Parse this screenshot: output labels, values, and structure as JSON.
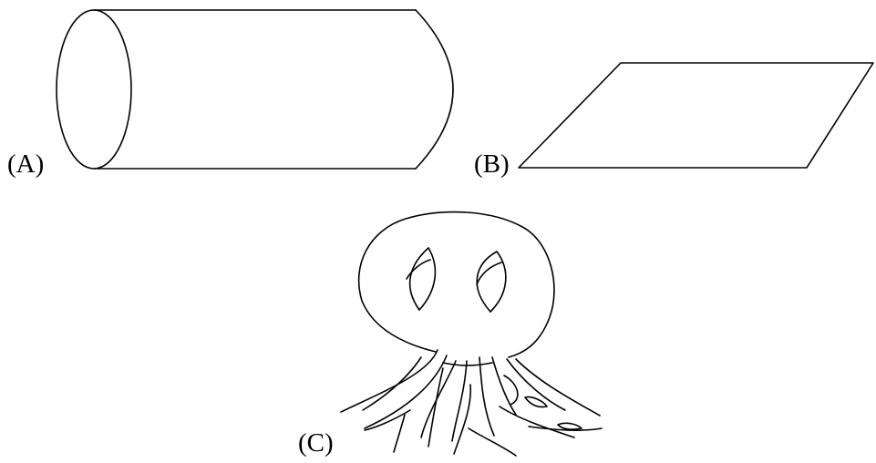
{
  "figures": [
    {
      "id": "A",
      "label": "(A)"
    },
    {
      "id": "B",
      "label": "(B)"
    },
    {
      "id": "C",
      "label": "(C)"
    }
  ]
}
